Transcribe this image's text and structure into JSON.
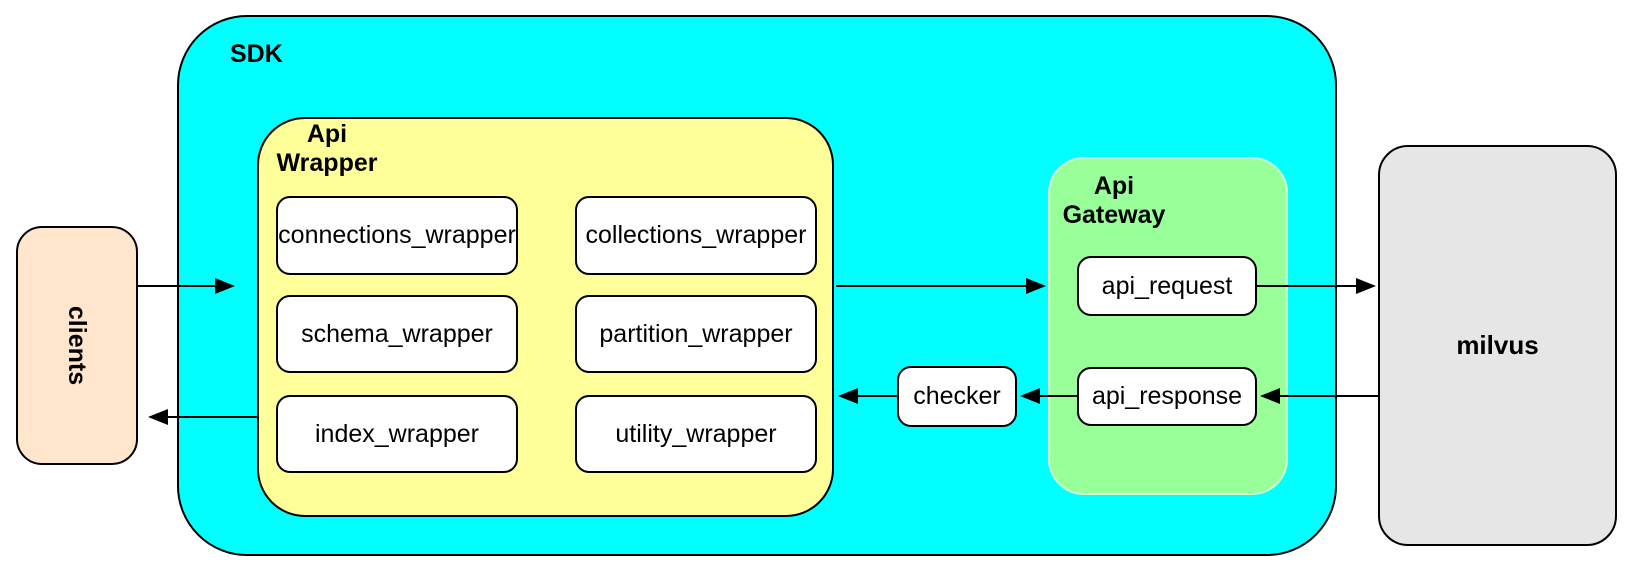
{
  "diagram": {
    "clients": {
      "label": "clients"
    },
    "sdk": {
      "label": "SDK"
    },
    "api_wrapper": {
      "label_line1": "Api",
      "label_line2": "Wrapper",
      "boxes": [
        "connections_wrapper",
        "collections_wrapper",
        "schema_wrapper",
        "partition_wrapper",
        "index_wrapper",
        "utility_wrapper"
      ]
    },
    "checker": {
      "label": "checker"
    },
    "api_gateway": {
      "label_line1": "Api",
      "label_line2": "Gateway",
      "boxes": [
        "api_request",
        "api_response"
      ]
    },
    "milvus": {
      "label": "milvus"
    },
    "colors": {
      "sdk_fill": "#00FFFF",
      "api_wrapper_fill": "#FFFF99",
      "api_gateway_fill": "#99FF99",
      "clients_fill": "#FFE6CC",
      "milvus_fill": "#E6E6E6",
      "leaf_box_fill": "#FFFFFF",
      "stroke": "#000000"
    }
  }
}
